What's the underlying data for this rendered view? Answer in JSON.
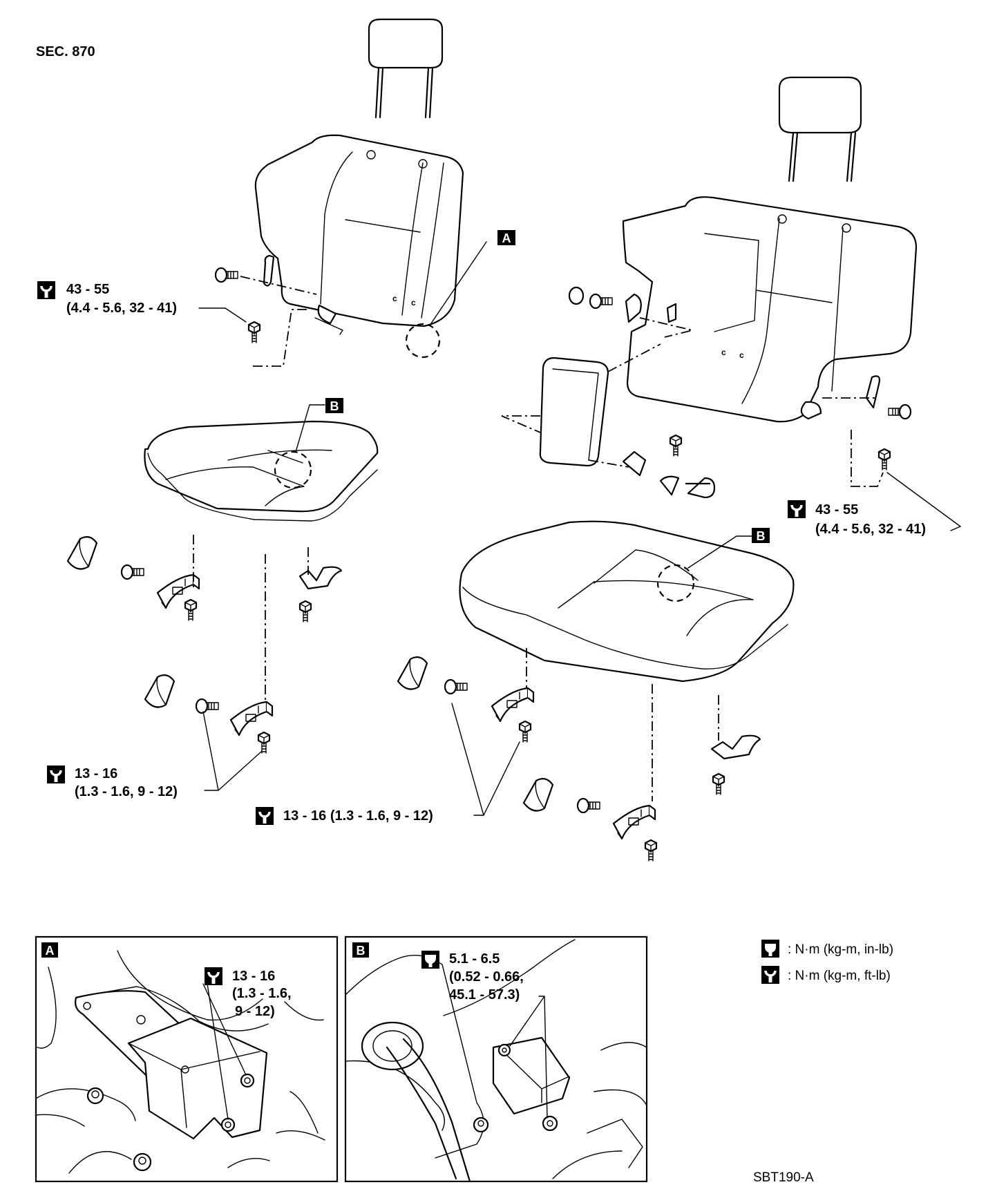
{
  "section": "SEC. 870",
  "figure_code": "SBT190-A",
  "callouts": {
    "a": "A",
    "b": "B"
  },
  "torques": {
    "front_seatback_line1": "43 - 55",
    "front_seatback_line2": "(4.4 - 5.6, 32 - 41)",
    "rear_seatback_line1": "43 - 55",
    "rear_seatback_line2": "(4.4 - 5.6, 32 - 41)",
    "front_cushion_line1": "13 - 16",
    "front_cushion_line2": "(1.3 - 1.6, 9 - 12)",
    "rear_cushion": "13 - 16 (1.3 - 1.6, 9 - 12)",
    "detail_a_line1": "13 - 16",
    "detail_a_line2": "(1.3 - 1.6,",
    "detail_a_line3": "9 - 12)",
    "detail_b_line1": "5.1 - 6.5",
    "detail_b_line2": "(0.52 - 0.66,",
    "detail_b_line3": "45.1 - 57.3)"
  },
  "legend": {
    "in_lb": ": N·m (kg-m, in-lb)",
    "ft_lb": ": N·m (kg-m, ft-lb)"
  },
  "icons": [
    "torque-wrench-icon",
    "torque-wrench-small-icon"
  ]
}
